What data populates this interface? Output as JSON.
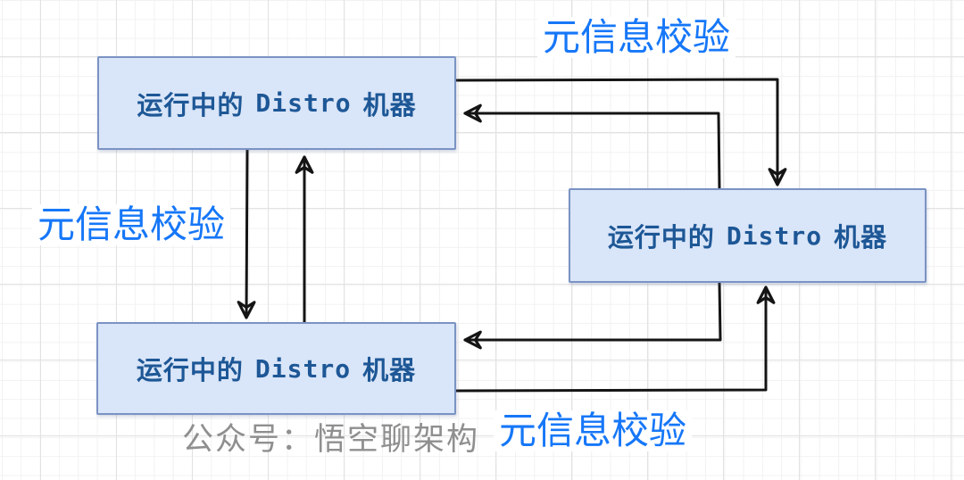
{
  "diagram": {
    "title_context": "Distro metadata verification diagram",
    "nodes": [
      {
        "id": "running-distro-machine-top-left",
        "label_prefix": "运行中的",
        "label_mid": "Distro",
        "label_suffix": "机器"
      },
      {
        "id": "running-distro-machine-right",
        "label_prefix": "运行中的",
        "label_mid": "Distro",
        "label_suffix": "机器"
      },
      {
        "id": "running-distro-machine-bottom-left",
        "label_prefix": "运行中的",
        "label_mid": "Distro",
        "label_suffix": "机器"
      }
    ],
    "edge_labels": {
      "top": "元信息校验",
      "left": "元信息校验",
      "bottom": "元信息校验"
    },
    "edges": [
      {
        "from": "running-distro-machine-top-left",
        "to": "running-distro-machine-right",
        "label": "元信息校验"
      },
      {
        "from": "running-distro-machine-right",
        "to": "running-distro-machine-top-left",
        "label": "元信息校验"
      },
      {
        "from": "running-distro-machine-top-left",
        "to": "running-distro-machine-bottom-left",
        "label": "元信息校验"
      },
      {
        "from": "running-distro-machine-bottom-left",
        "to": "running-distro-machine-top-left",
        "label": "元信息校验"
      },
      {
        "from": "running-distro-machine-right",
        "to": "running-distro-machine-bottom-left",
        "label": "元信息校验"
      },
      {
        "from": "running-distro-machine-bottom-left",
        "to": "running-distro-machine-right",
        "label": "元信息校验"
      }
    ],
    "watermark": "公众号：悟空聊架构",
    "colors": {
      "node_fill": "#d9e5f8",
      "node_border": "#7b93c4",
      "node_text": "#1d5796",
      "edge_label": "#1677f8",
      "arrow": "#141414",
      "watermark": "#8f8f8f",
      "grid_minor": "#f2f2f2",
      "grid_major": "#e2e2e2",
      "canvas_bg": "#ffffff"
    }
  }
}
